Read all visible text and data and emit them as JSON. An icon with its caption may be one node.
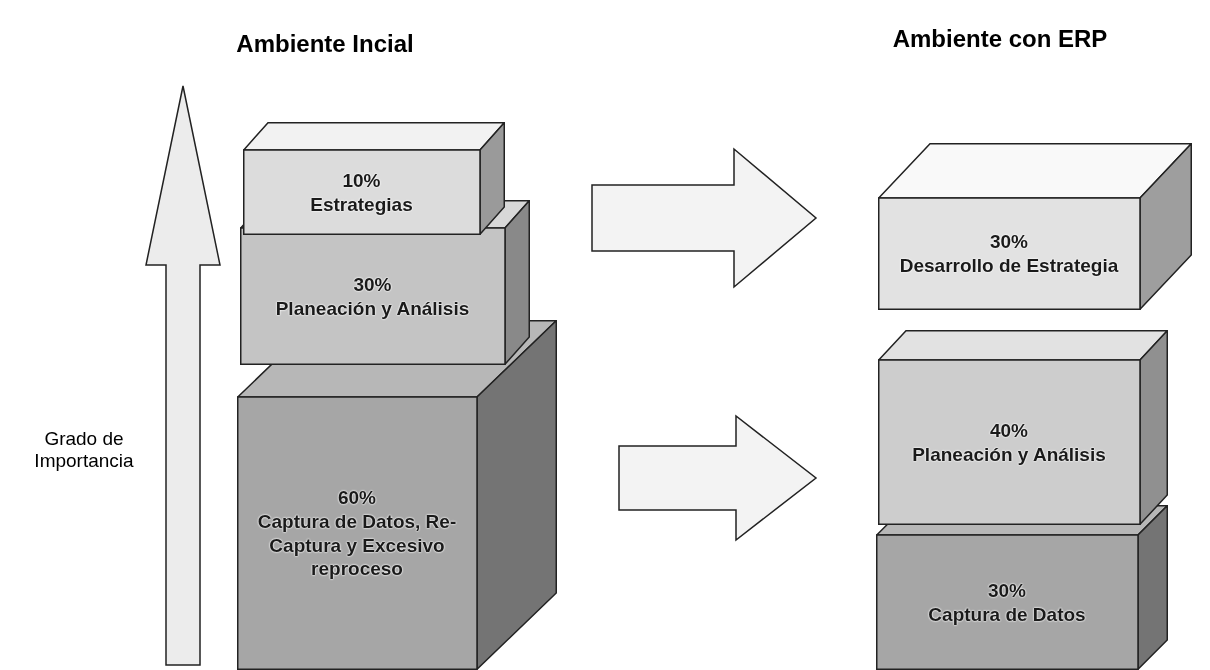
{
  "diagram": {
    "nodes": [
      {
        "text": [
          "10%",
          "Estrategias"
        ]
      },
      {
        "text": [
          "30%",
          "Planeación y Análisis"
        ]
      },
      {
        "text": [
          "60%",
          "Captura de Datos, Re-Captura y Excesivo reproceso"
        ]
      },
      {
        "text": [
          "30%",
          "Desarrollo de Estrategia"
        ]
      },
      {
        "text": [
          "40%",
          "Planeación y Análisis"
        ]
      },
      {
        "text": [
          "30%",
          "Captura de Datos"
        ]
      }
    ],
    "edges": [
      {
        "from": 1,
        "to": 3,
        "arrow": "to"
      },
      {
        "from": 2,
        "to": 4,
        "arrow": "to"
      }
    ],
    "labels": [
      "Ambiente Incial",
      "Ambiente con ERP",
      "Grado de Importancia"
    ]
  }
}
